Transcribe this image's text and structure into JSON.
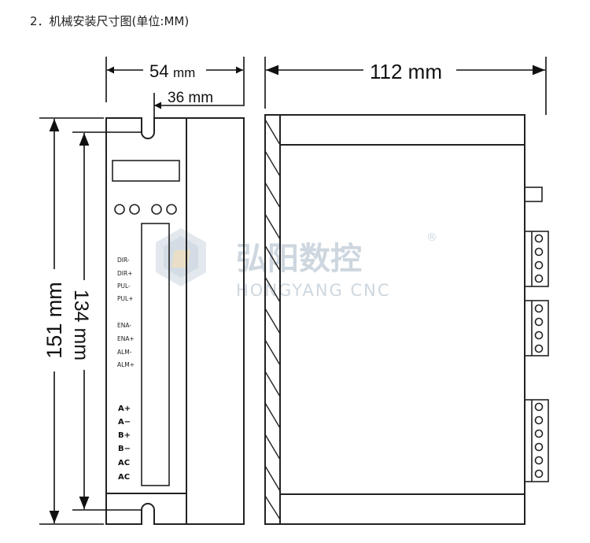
{
  "heading": "2．机械安装尺寸图(单位:MM)",
  "dimensions": {
    "width_front": "54",
    "width_front_unit": "mm",
    "width_inner": "36 mm",
    "depth_side": "112 mm",
    "height_total": "151 mm",
    "height_hole": "134 mm"
  },
  "panel_labels_small": [
    "DIR-",
    "DIR+",
    "PUL-",
    "PUL+",
    "ENA-",
    "ENA+",
    "ALM-",
    "ALM+"
  ],
  "panel_labels_bold": [
    "A+",
    "A−",
    "B+",
    "B−",
    "AC",
    "AC"
  ],
  "watermark": {
    "brand": "弘阳数控",
    "brand_en": "HONGYANG CNC",
    "registered": "®"
  },
  "colors": {
    "line": "#222222",
    "watermark": "#c9d3dc",
    "watermark_logo": "#dfe6ec"
  }
}
